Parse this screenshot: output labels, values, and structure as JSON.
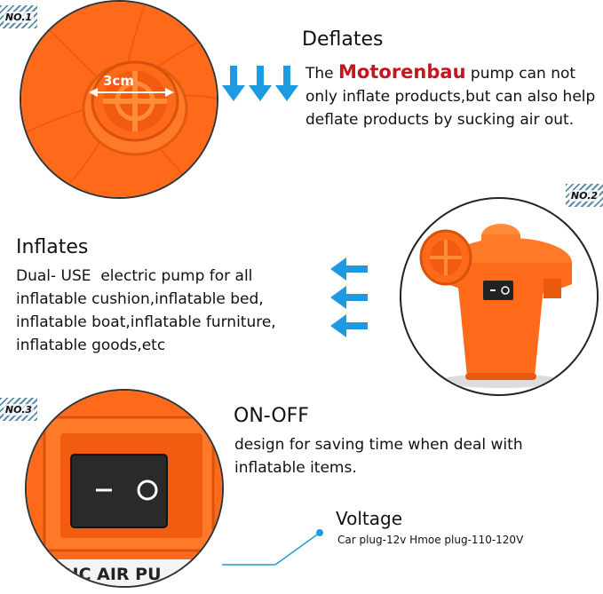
{
  "badges": {
    "one": "NO.1",
    "two": "NO.2",
    "three": "NO.3"
  },
  "section1": {
    "measure": "3cm",
    "title": "Deflates",
    "text_pre": "The ",
    "brand": "Motorenbau",
    "text_post": " pump can not only inflate products,but can also help deflate products by sucking air out."
  },
  "section2": {
    "title": "Inflates",
    "lines": [
      "Dual- USE  electric pump for all",
      "inflatable cushion,inflatable bed,",
      "inflatable boat,inflatable furniture,",
      "inflatable goods,etc"
    ]
  },
  "section3": {
    "title": "ON-OFF",
    "text": "design for saving time when deal with inflatable items.",
    "label_text": "CTRIC AIR PU",
    "voltage_title": "Voltage",
    "voltage_text": "Car plug-12v Hmoe plug-110-120V"
  },
  "colors": {
    "orange": "#ff6a1a",
    "brand_red": "#c4161c",
    "arrow_blue": "#1e9be0",
    "badge_stripe": "#5c8da8"
  }
}
